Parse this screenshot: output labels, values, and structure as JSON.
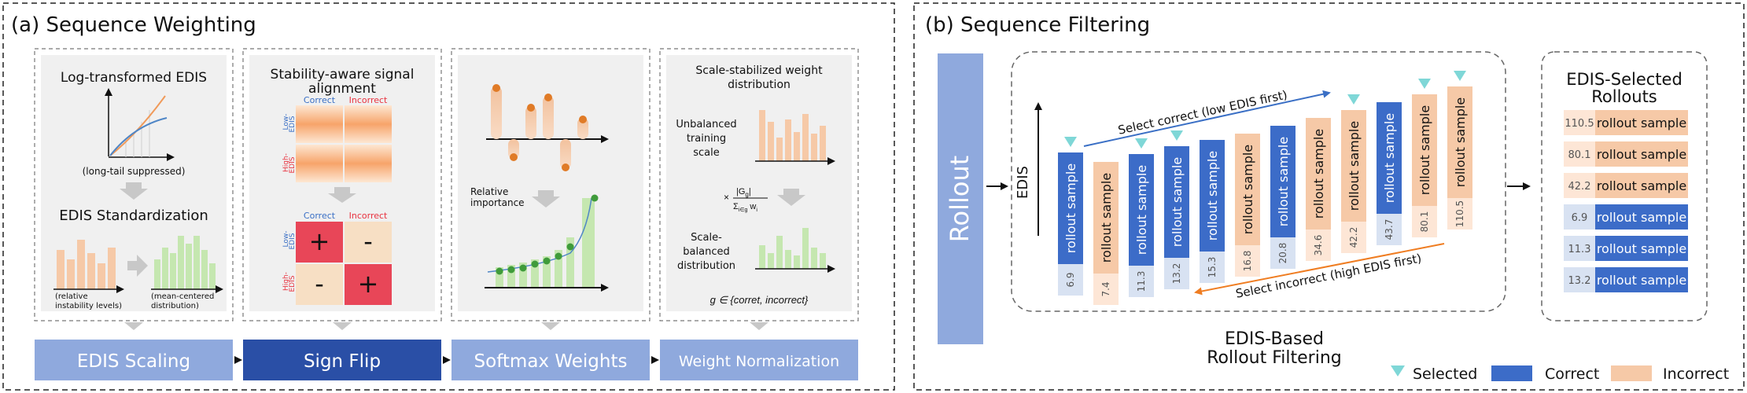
{
  "panel_a": {
    "title": "(a) Sequence Weighting",
    "box1": {
      "title": "Log-transformed EDIS",
      "caption": "(long-tail suppressed)",
      "subtitle": "EDIS Standardization",
      "left_caption_1": "(relative",
      "left_caption_2": "instability levels)",
      "right_caption_1": "(mean-centered",
      "right_caption_2": "distribution)",
      "button": "EDIS Scaling"
    },
    "box2": {
      "title_1": "Stability-aware signal",
      "title_2": "alignment",
      "col_correct": "Correct",
      "col_incorrect": "Incorrect",
      "row_low_1": "Low-",
      "row_low_2": "EDIS",
      "row_high_1": "High-",
      "row_high_2": "EDIS",
      "plus": "+",
      "minus": "-",
      "button": "Sign Flip"
    },
    "box3": {
      "label_1": "Relative",
      "label_2": "importance",
      "button": "Softmax Weights"
    },
    "box4": {
      "title_1": "Scale-stabilized weight",
      "title_2": "distribution",
      "unbalanced_1": "Unbalanced",
      "unbalanced_2": "training",
      "unbalanced_3": "scale",
      "balanced_1": "Scale-",
      "balanced_2": "balanced",
      "balanced_3": "distribution",
      "times": "×",
      "frac_num": "|G",
      "frac_num_sub": "g",
      "frac_num_end": "|",
      "frac_den": "Σ",
      "frac_den_sub": "i∈g",
      "frac_den_w": " w",
      "frac_den_wsub": "i",
      "set_formula": "g ∈ {corret,  incorrect}",
      "button": "Weight Normalization"
    }
  },
  "panel_b": {
    "title": "(b) Sequence Filtering",
    "rollout_label": "Rollout",
    "edis_axis": "EDIS",
    "arrow_correct_label": "Select correct (low EDIS first)",
    "arrow_incorrect_label": "Select incorrect (high EDIS first)",
    "center_caption_1": "EDIS-Based",
    "center_caption_2": "Rollout Filtering",
    "sample_label": "rollout sample",
    "samples": [
      {
        "value": "6.9",
        "type": "correct",
        "selected": true
      },
      {
        "value": "7.4",
        "type": "incorrect",
        "selected": false
      },
      {
        "value": "11.3",
        "type": "correct",
        "selected": true
      },
      {
        "value": "13.2",
        "type": "correct",
        "selected": true
      },
      {
        "value": "15.3",
        "type": "correct",
        "selected": false
      },
      {
        "value": "16.8",
        "type": "incorrect",
        "selected": false
      },
      {
        "value": "20.8",
        "type": "correct",
        "selected": false
      },
      {
        "value": "34.6",
        "type": "incorrect",
        "selected": false
      },
      {
        "value": "42.2",
        "type": "incorrect",
        "selected": true
      },
      {
        "value": "43.7",
        "type": "correct",
        "selected": false
      },
      {
        "value": "80.1",
        "type": "incorrect",
        "selected": true
      },
      {
        "value": "110.5",
        "type": "incorrect",
        "selected": true
      }
    ],
    "selected_title_1": "EDIS-Selected",
    "selected_title_2": "Rollouts",
    "selected_rows": [
      {
        "value": "110.5",
        "type": "incorrect"
      },
      {
        "value": "80.1",
        "type": "incorrect"
      },
      {
        "value": "42.2",
        "type": "incorrect"
      },
      {
        "value": "6.9",
        "type": "correct"
      },
      {
        "value": "11.3",
        "type": "correct"
      },
      {
        "value": "13.2",
        "type": "correct"
      }
    ],
    "legend": {
      "selected": "Selected",
      "correct": "Correct",
      "incorrect": "Incorrect"
    }
  },
  "colors": {
    "correct": "#3c6cc8",
    "incorrect": "#f6c9a7",
    "selected": "#7fd7d7",
    "value_correct_bg": "#d8e2f2",
    "value_incorrect_bg": "#fde6d6",
    "button_light": "#8fa9dd",
    "button_dark": "#2a4fa6",
    "rollout_bar": "#8fa9dd",
    "green_bar": "#c5e7b0",
    "orange_bar": "#f6c9a7",
    "red_cell": "#e84658",
    "orange_arrow": "#ef7d22",
    "blue_arrow": "#3a6fc5"
  }
}
